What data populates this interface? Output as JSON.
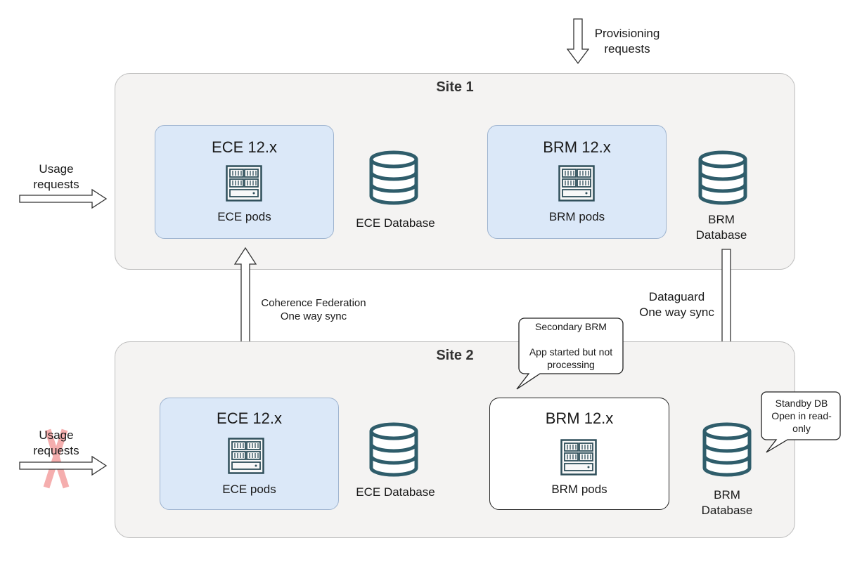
{
  "provisioning": {
    "line1": "Provisioning",
    "line2": "requests"
  },
  "site1": {
    "title": "Site 1",
    "ece_node": {
      "title": "ECE 12.x",
      "subtitle": "ECE pods"
    },
    "ece_db": {
      "label": "ECE Database"
    },
    "brm_node": {
      "title": "BRM 12.x",
      "subtitle": "BRM pods"
    },
    "brm_db": {
      "line1": "BRM",
      "line2": "Database"
    },
    "usage": {
      "line1": "Usage",
      "line2": "requests"
    }
  },
  "site2": {
    "title": "Site 2",
    "ece_node": {
      "title": "ECE 12.x",
      "subtitle": "ECE pods"
    },
    "ece_db": {
      "label": "ECE Database"
    },
    "brm_node": {
      "title": "BRM 12.x",
      "subtitle": "BRM pods"
    },
    "brm_db": {
      "line1": "BRM",
      "line2": "Database"
    },
    "usage": {
      "line1": "Usage",
      "line2": "requests"
    }
  },
  "coherence": {
    "line1": "Coherence Federation",
    "line2": "One way sync"
  },
  "dataguard": {
    "line1": "Dataguard",
    "line2": "One way sync"
  },
  "callout_brm": {
    "line1": "Secondary BRM",
    "line2": "App started but not",
    "line3": "processing"
  },
  "callout_db": {
    "line1": "Standby DB",
    "line2": "Open in read-",
    "line3": "only"
  },
  "colors": {
    "node_fill": "#dbe8f8",
    "site_fill": "#f4f3f2",
    "db_stroke": "#2f5d6b",
    "blocked_x": "#f08080"
  }
}
